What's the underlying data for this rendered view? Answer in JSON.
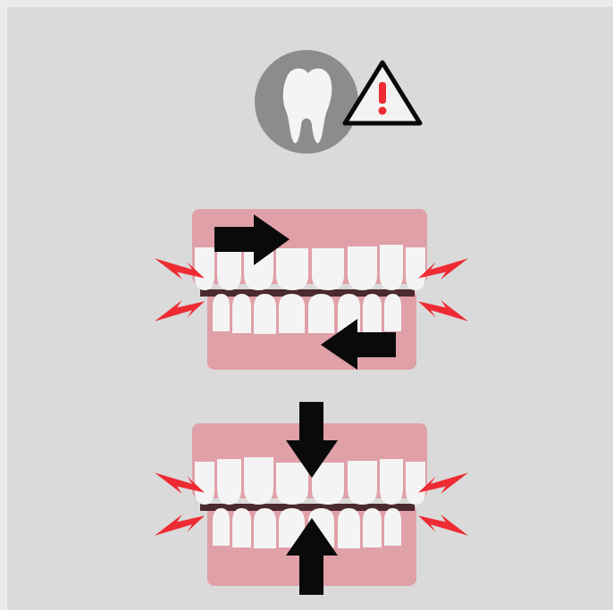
{
  "figure": {
    "subject": "bruxism",
    "icons": [
      "tooth-icon",
      "warning-icon",
      "arrow-right-icon",
      "arrow-left-icon",
      "arrow-down-icon",
      "arrow-up-icon",
      "pain-lightning-icon"
    ],
    "panels": [
      {
        "name": "grinding",
        "arrows": [
          "right",
          "left"
        ]
      },
      {
        "name": "clenching",
        "arrows": [
          "down",
          "up"
        ]
      }
    ],
    "colors": {
      "background": "#dadada",
      "gum": "#e0a0a8",
      "tooth": "#f4f4f4",
      "badge": "#8c8c8c",
      "alert_red": "#ee2b33",
      "arrow": "#0a0a0a"
    }
  }
}
